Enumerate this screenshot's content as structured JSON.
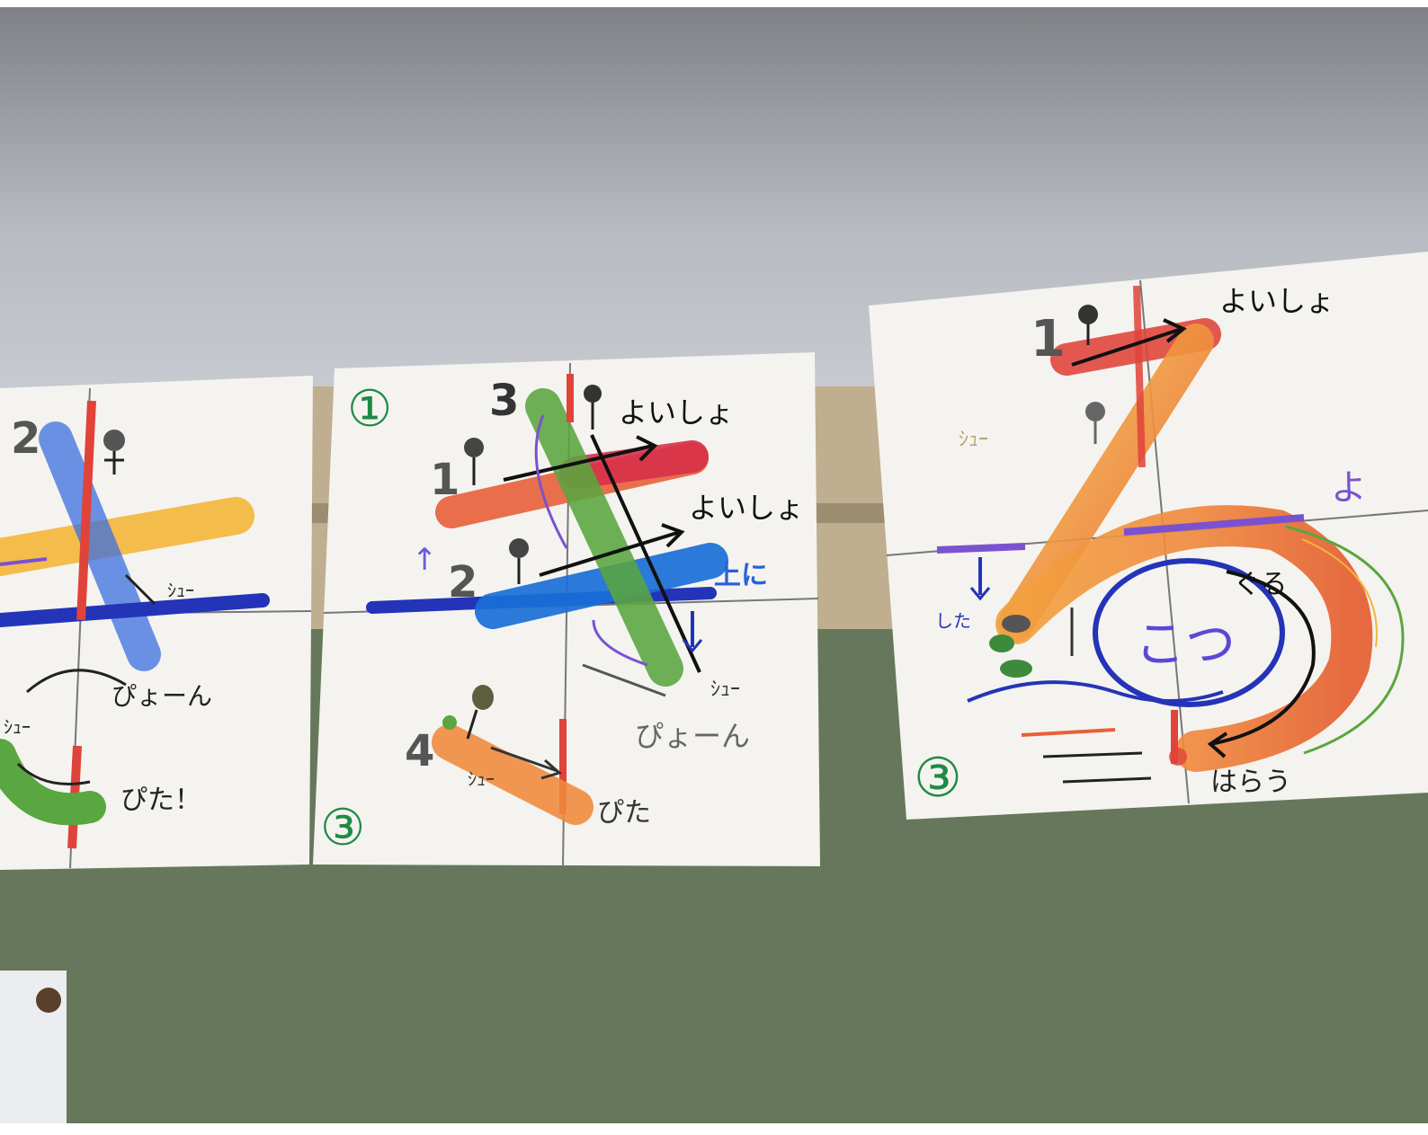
{
  "scene": {
    "colors": {
      "wall_top": "#8f8f92",
      "wall_mid": "#c9ccd2",
      "board": "#67775c",
      "rail": "#b8a88a",
      "card": "#f4f3ef",
      "red": "#e0433a",
      "orange": "#f08a3c",
      "yellow": "#f5b73a",
      "green": "#5aa640",
      "blue": "#2a62d8",
      "navy": "#2434b8",
      "purple": "#7a52d0",
      "pen_green": "#1f8a45",
      "ink": "#222222"
    }
  },
  "card_left": {
    "num_2": "2",
    "sfx_shuu": "ｼｭｰ",
    "sfx_pyoon": "ぴょーん",
    "sfx_shuu2": "ｼｭｰ",
    "sfx_pita": "ぴた！"
  },
  "card_middle": {
    "circle_1": "①",
    "circle_3": "③",
    "num_1": "1",
    "num_2": "2",
    "num_3": "3",
    "num_4": "4",
    "up_arrow": "↑",
    "yoisho_1": "よいしょ",
    "yoisho_2": "よいしょ",
    "ue_ni": "上に",
    "sfx_shuu": "ｼｭｰ",
    "sfx_pyoon": "ぴょーん",
    "sfx_shuu2": "ｼｭｰ",
    "sfx_pita": "ぴた"
  },
  "card_right": {
    "num_1": "1",
    "yoisho": "よいしょ",
    "sfx_shuu": "ｼｭｰ",
    "yo_purple": "よ",
    "shita": "した",
    "kotsu": "こつ",
    "guru": "ぐる",
    "harau": "はらう",
    "circle_3": "③"
  }
}
